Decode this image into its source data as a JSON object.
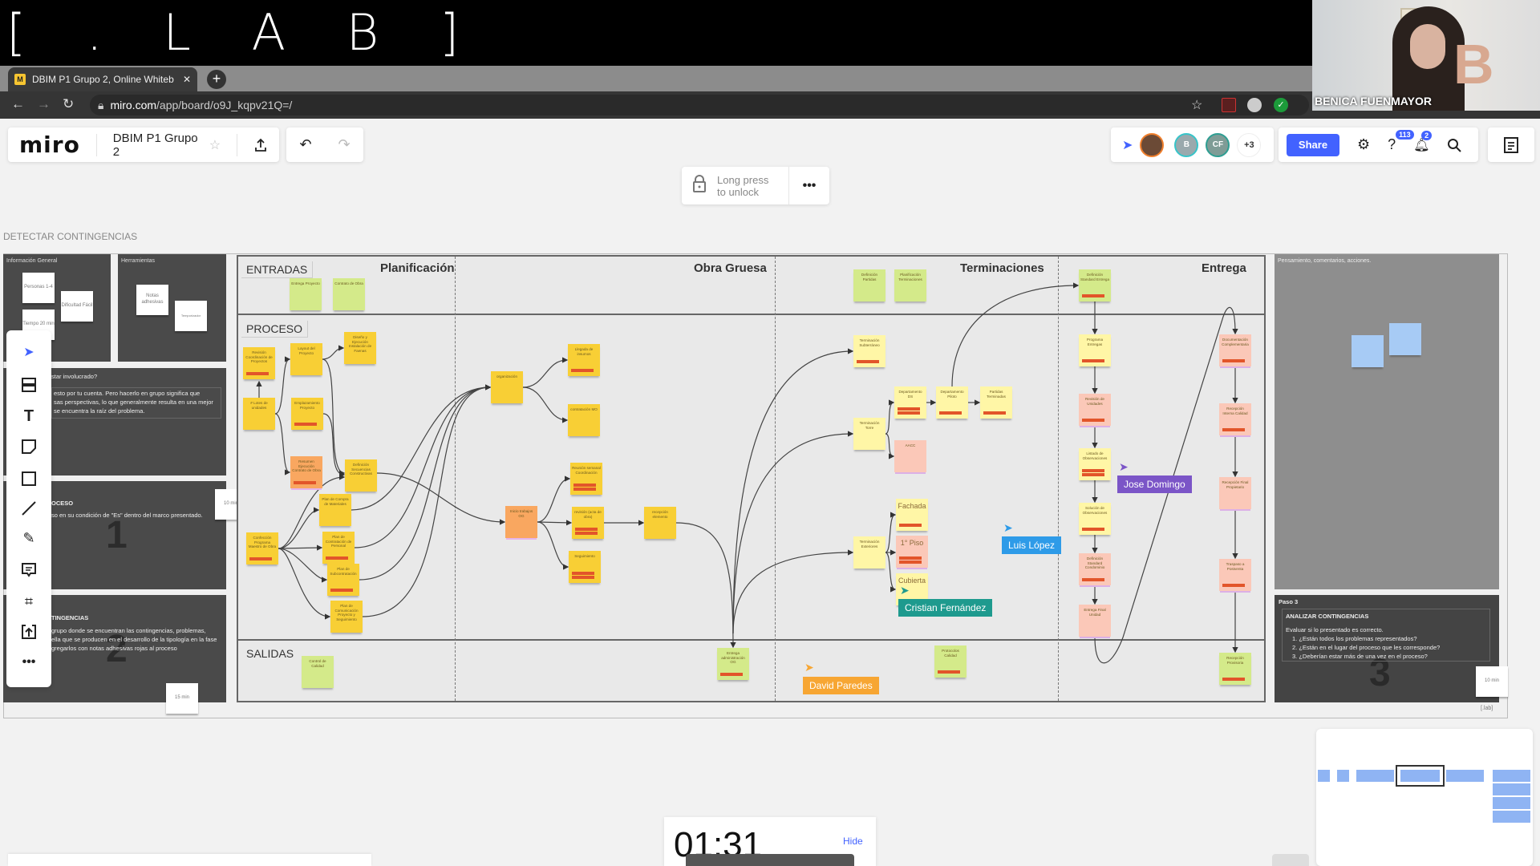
{
  "overlay": {
    "brand": "[ . L A B ]",
    "webcam_name": "BENICA FUENMAYOR"
  },
  "browser": {
    "tab_title": "DBIM P1 Grupo 2, Online Whiteb",
    "url_domain": "miro.com",
    "url_path": "/app/board/o9J_kqpv21Q=/"
  },
  "miro": {
    "logo": "miro",
    "board_name": "DBIM P1 Grupo 2",
    "collaborators": [
      {
        "initials": "B",
        "color": "#9aa9ad"
      },
      {
        "initials": "CF",
        "color": "#7f9c96"
      }
    ],
    "more_collaborators": "+3",
    "share_label": "Share",
    "help_badge": "113",
    "notifications_badge": "2",
    "accent": "#4262ff"
  },
  "lock_popup": {
    "line1": "Long press",
    "line2": "to unlock"
  },
  "board": {
    "frame_title": "DETECTAR CONTINGENCIAS",
    "info_panel": {
      "title": "Información General",
      "notes": [
        "Personas 1-4",
        "Dificultad Fácil",
        "Tiempo 20 min"
      ]
    },
    "tools_panel": {
      "title": "Herramientas",
      "notes": [
        "Notas adhesivas",
        "Temporizador"
      ]
    },
    "why_panel": {
      "title": "star involucrado?",
      "lines": [
        "esto por tu cuenta. Pero hacerlo en grupo significa que",
        "sas perspectivas, lo que generalmente resulta en una mejor",
        "se encuentra la raíz del problema."
      ]
    },
    "step1_panel": {
      "title": "OCESO",
      "text": "so en su condición de \"Es\" dentro del marco presentado.",
      "numeral": "1",
      "time": "10 min"
    },
    "step2_panel": {
      "title": "TINGENCIAS",
      "lines": [
        "grupo donde se encuentran las contingencias, problemas,",
        "ella que se producen en el desarrollo de la tipología en la fase",
        "gregarlos con notas adhesivas rojas al proceso"
      ],
      "numeral": "2",
      "time": "15 min"
    },
    "rows": [
      "ENTRADAS",
      "PROCESO",
      "SALIDAS"
    ],
    "phases": [
      "Planificación",
      "Obra Gruesa",
      "Terminaciones",
      "Entrega"
    ],
    "stickies": [
      {
        "text": "Entrega Proyecto",
        "color": "green",
        "contingencies": 0
      },
      {
        "text": "Contrato de Obra",
        "color": "green",
        "contingencies": 0
      },
      {
        "text": "Revisión Coordinación de Proyectos",
        "color": "yellow",
        "contingencies": 1
      },
      {
        "text": "Layout del Proyecto",
        "color": "yellow",
        "contingencies": 0
      },
      {
        "text": "Diseño y Ejecución Instalación de Faenas",
        "color": "yellow",
        "contingencies": 0
      },
      {
        "text": "# Lotes de unidades",
        "color": "yellow",
        "contingencies": 0
      },
      {
        "text": "Emplazamiento Proyecto",
        "color": "yellow",
        "contingencies": 1
      },
      {
        "text": "Resumen Ejecución Contrato de Obra",
        "color": "orange",
        "contingencies": 1
      },
      {
        "text": "Definición Secuencias Constructivas",
        "color": "yellow",
        "contingencies": 0
      },
      {
        "text": "Plan de Compra de Materiales",
        "color": "yellow",
        "contingencies": 0
      },
      {
        "text": "Confección Programa Maestro de Obra",
        "color": "yellow",
        "contingencies": 1
      },
      {
        "text": "Plan de Contratación de Personal",
        "color": "yellow",
        "contingencies": 1
      },
      {
        "text": "Plan de Subcontratación",
        "color": "yellow",
        "contingencies": 1
      },
      {
        "text": "Plan de Comunicación Proyecto y Seguimiento",
        "color": "yellow",
        "contingencies": 0
      },
      {
        "text": "organización",
        "color": "yellow",
        "contingencies": 0
      },
      {
        "text": "Llegada de insumos",
        "color": "yellow",
        "contingencies": 1
      },
      {
        "text": "contratación MO",
        "color": "yellow",
        "contingencies": 0
      },
      {
        "text": "Inicio trabajos OG",
        "color": "orange",
        "contingencies": 0
      },
      {
        "text": "Reunión semanal Coordinación",
        "color": "yellow",
        "contingencies": 2
      },
      {
        "text": "revisión (acta de obra)",
        "color": "yellow",
        "contingencies": 2
      },
      {
        "text": "Seguimiento",
        "color": "yellow",
        "contingencies": 2
      },
      {
        "text": "recepción elemento",
        "color": "yellow",
        "contingencies": 0
      },
      {
        "text": "Definición Partidas",
        "color": "green",
        "contingencies": 0
      },
      {
        "text": "Planificación Terminaciones",
        "color": "green",
        "contingencies": 0
      },
      {
        "text": "Terminación Subterráneo",
        "color": "lightyellow",
        "contingencies": 1
      },
      {
        "text": "Departamento DS",
        "color": "lightyellow",
        "contingencies": 2
      },
      {
        "text": "Departamento Piloto",
        "color": "lightyellow",
        "contingencies": 1
      },
      {
        "text": "Partidas Terminadas",
        "color": "lightyellow",
        "contingencies": 1
      },
      {
        "text": "Terminación Torre",
        "color": "lightyellow",
        "contingencies": 0
      },
      {
        "text": "AACC",
        "color": "pink",
        "contingencies": 0
      },
      {
        "text": "Fachada",
        "color": "lightyellow",
        "contingencies": 1
      },
      {
        "text": "1° Piso",
        "color": "pink",
        "contingencies": 2
      },
      {
        "text": "Cubierta",
        "color": "lightyellow",
        "contingencies": 0
      },
      {
        "text": "Terminación Exteriores",
        "color": "lightyellow",
        "contingencies": 0
      },
      {
        "text": "Definición Standard Entrega",
        "color": "green",
        "contingencies": 1
      },
      {
        "text": "Programa Entregas",
        "color": "lightyellow",
        "contingencies": 1
      },
      {
        "text": "Revisión de Unidades",
        "color": "pink",
        "contingencies": 1
      },
      {
        "text": "Listado de Observaciones",
        "color": "lightyellow",
        "contingencies": 2
      },
      {
        "text": "Solución de Observaciones",
        "color": "lightyellow",
        "contingencies": 1
      },
      {
        "text": "Definición Standard Condominio",
        "color": "pink",
        "contingencies": 1
      },
      {
        "text": "Entrega Final Unidad",
        "color": "pink",
        "contingencies": 0
      },
      {
        "text": "Documentación Complementaria",
        "color": "pink",
        "contingencies": 1
      },
      {
        "text": "Recepción Interna Calidad",
        "color": "pink",
        "contingencies": 1
      },
      {
        "text": "Recepción Final Propietario",
        "color": "pink",
        "contingencies": 0
      },
      {
        "text": "Traspaso a Postventa",
        "color": "pink",
        "contingencies": 1
      },
      {
        "text": "Recepción Provisoria",
        "color": "green",
        "contingencies": 1
      },
      {
        "text": "Control de Calidad",
        "color": "green",
        "contingencies": 0
      },
      {
        "text": "Entrega administración OG",
        "color": "green",
        "contingencies": 1
      },
      {
        "text": "Protocolos Calidad",
        "color": "green",
        "contingencies": 1
      }
    ],
    "right_panel_title": "Pensamiento, comentarios, acciones.",
    "paso3": {
      "step": "Paso 3",
      "title": "ANALIZAR CONTINGENCIAS",
      "intro": "Evaluar si lo presentado es correcto.",
      "questions": [
        "1. ¿Están todos los problemas representados?",
        "2. ¿Están en el lugar del proceso que les corresponde?",
        "3. ¿Deberían estar más de una vez en el proceso?"
      ],
      "numeral": "3",
      "time": "10 min"
    },
    "footer_tag": "[.lab]",
    "cursors": [
      {
        "name": "Jose Domingo",
        "color": "#7b55c7"
      },
      {
        "name": "Luis López",
        "color": "#2e9be8"
      },
      {
        "name": "Cristian Fernández",
        "color": "#1e9a8e"
      },
      {
        "name": "David Paredes",
        "color": "#f7a633"
      }
    ]
  },
  "timer": {
    "value": "01:31",
    "hide_label": "Hide"
  }
}
